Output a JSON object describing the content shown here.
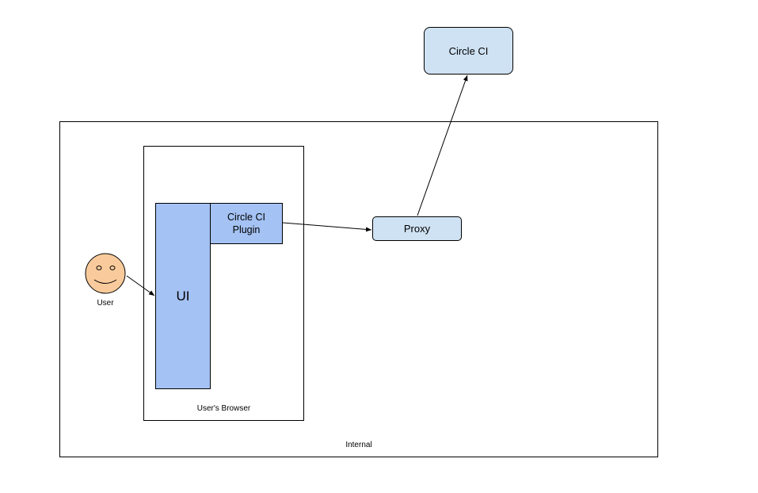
{
  "nodes": {
    "internal": "Internal",
    "browser": "User's Browser",
    "ui": "UI",
    "plugin": "Circle CI\nPlugin",
    "proxy": "Proxy",
    "circleci": "Circle CI",
    "user": "User"
  },
  "colors": {
    "ui_fill": "#a4c2f4",
    "proxy_fill": "#cfe2f3",
    "user_face": "#f9cb9c"
  }
}
